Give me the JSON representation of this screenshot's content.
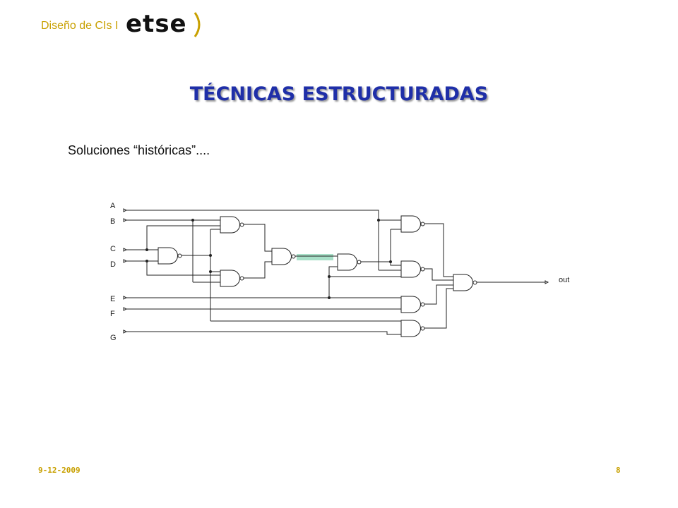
{
  "header": {
    "course": "Diseño de CIs I",
    "logo_text": "etse"
  },
  "title": "TÉCNICAS ESTRUCTURADAS",
  "subtitle": "Soluciones “históricas”....",
  "diagram": {
    "inputs": [
      "A",
      "B",
      "C",
      "D",
      "E",
      "F",
      "G"
    ],
    "output": "out",
    "highlight_color": "#a8e0c8"
  },
  "footer": {
    "date": "9-12-2009",
    "page": "8"
  },
  "colors": {
    "title": "#1f2fa8",
    "accent": "#c8a000"
  }
}
